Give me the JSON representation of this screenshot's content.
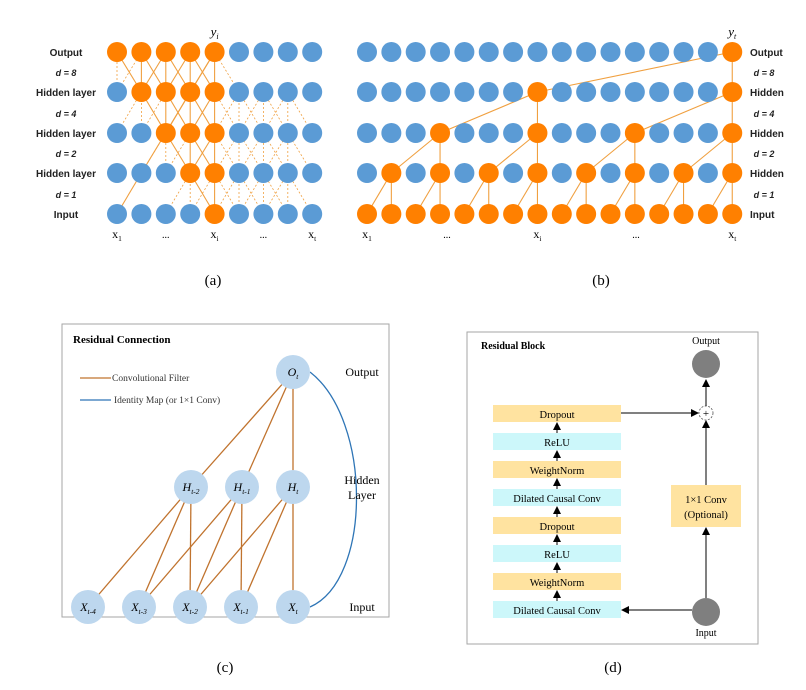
{
  "colors": {
    "active": "#FF8000",
    "inactive": "#5B9BD5",
    "edge": "#F0A040",
    "c_node": "#BDD7EE",
    "c_conv": "#C0732E",
    "c_identity": "#2E75B6",
    "d_yellow": "#FFE3A0",
    "d_cyan": "#CCF7FA",
    "d_gray": "#7F7F7F",
    "frame": "#A6A6A6"
  },
  "panel_a": {
    "caption": "(a)",
    "row_labels": [
      "Output",
      "d = 8",
      "Hidden  layer",
      "d = 4",
      "Hidden  layer",
      "d = 2",
      "Hidden  layer",
      "d = 1",
      "Input"
    ],
    "output_label": "yi",
    "x_labels": [
      "x1",
      "...",
      "xi",
      "...",
      "xt"
    ],
    "active_rows": [
      [
        4
      ],
      [
        3,
        4
      ],
      [
        2,
        3,
        4
      ],
      [
        1,
        2,
        3,
        4
      ],
      [
        0,
        1,
        2,
        3,
        4
      ]
    ]
  },
  "panel_b": {
    "caption": "(b)",
    "row_labels": [
      "Output",
      "d = 8",
      "Hidden",
      "d = 4",
      "Hidden",
      "d = 2",
      "Hidden",
      "d = 1",
      "Input"
    ],
    "output_label": "yt",
    "x_labels": [
      "x1",
      "...",
      "xi",
      "...",
      "xt"
    ]
  },
  "panel_c": {
    "caption": "(c)",
    "title": "Residual Connection",
    "legend": [
      "Convolutional Filter",
      "Identity Map (or 1×1 Conv)"
    ],
    "layer_labels": [
      "Output",
      "Hidden",
      "Layer",
      "Input"
    ],
    "output_node": "Ot",
    "hidden_nodes": [
      "Ht-2",
      "Ht-1",
      "Ht"
    ],
    "input_nodes": [
      "Xt-4",
      "Xt-3",
      "Xt-2",
      "Xt-1",
      "Xt"
    ]
  },
  "panel_d": {
    "caption": "(d)",
    "title": "Residual Block",
    "stack": [
      "Dropout",
      "ReLU",
      "WeightNorm",
      "Dilated Causal Conv",
      "Dropout",
      "ReLU",
      "WeightNorm",
      "Dilated Causal Conv"
    ],
    "skip_box": [
      "1×1 Conv",
      "(Optional)"
    ],
    "output_label": "Output",
    "input_label": "Input",
    "sum_symbol": "+"
  }
}
